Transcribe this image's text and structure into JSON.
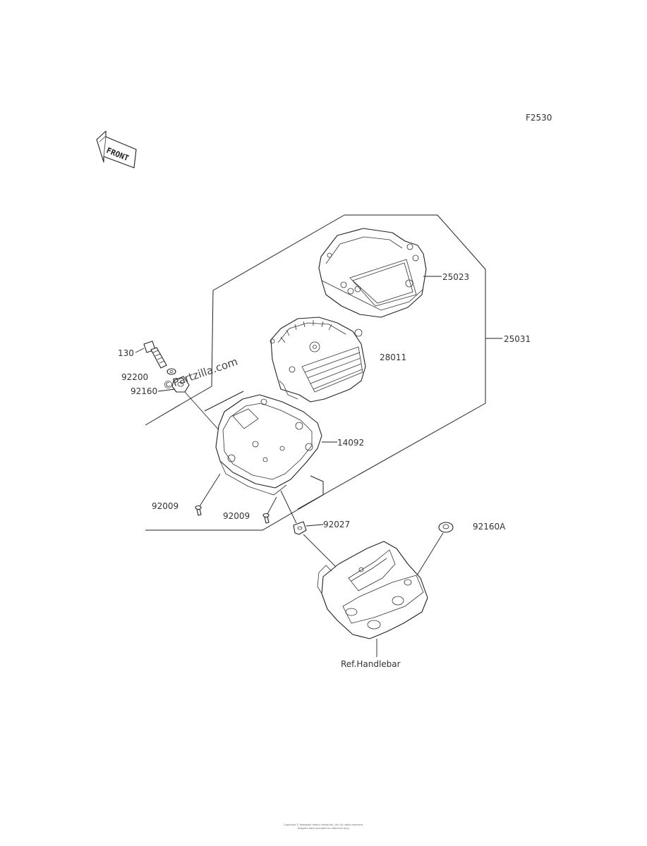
{
  "diagram": {
    "figure_code": "F2530",
    "front_badge": "FRONT",
    "watermark": "©Partzilla.com",
    "parts": {
      "p25023": "25023",
      "p25031": "25031",
      "p28011": "28011",
      "p130": "130",
      "p92200": "92200",
      "p92160": "92160",
      "p14092": "14092",
      "p92009a": "92009",
      "p92009b": "92009",
      "p92027": "92027",
      "p92160a": "92160A",
      "ref_handlebar": "Ref.Handlebar"
    },
    "footer": [
      "Copyright ©  Kawasaki Heavy Industries, Ltd. All rights reserved.",
      "Diagram data provided for reference only."
    ]
  }
}
